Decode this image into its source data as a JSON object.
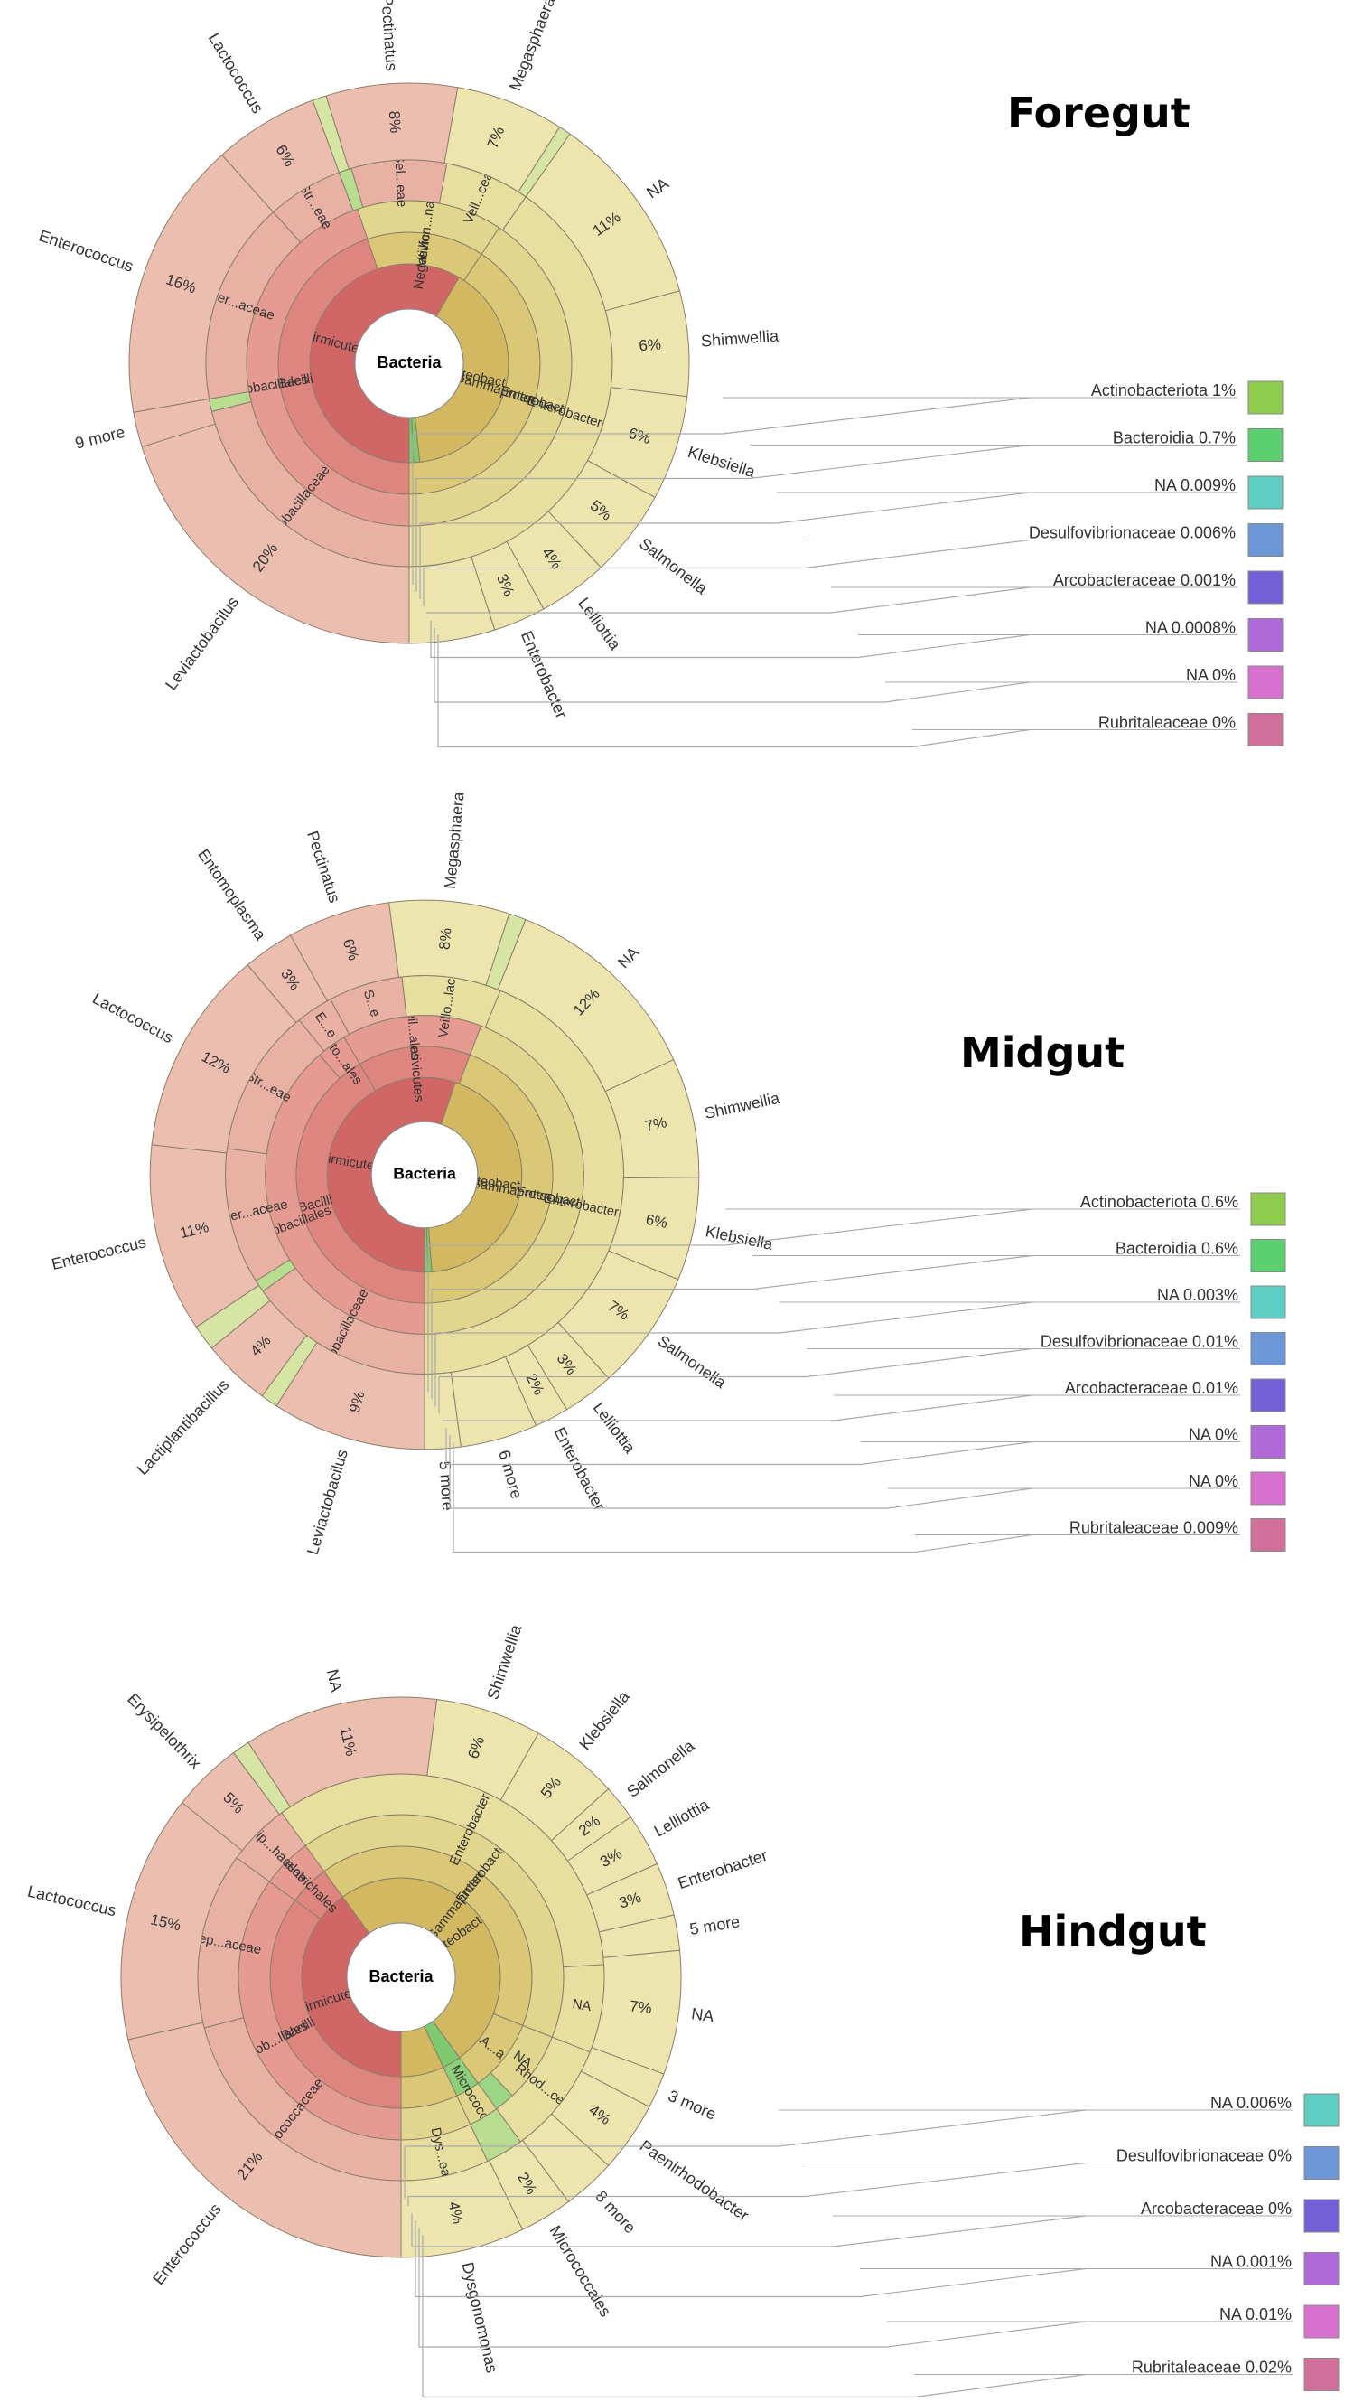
{
  "chart_data": [
    {
      "type": "sunburst",
      "title": "Foregut",
      "center_label": "Bacteria",
      "rings": {
        "phylum": [
          {
            "label": "Firmicutes",
            "value": 58.3
          },
          {
            "label": "Proteobacteria",
            "value": 39.9
          },
          {
            "label": "",
            "value": 1.0
          },
          {
            "label": "",
            "value": 0.7
          }
        ],
        "class": [
          {
            "label": "Bacilli",
            "value": 44.0
          },
          {
            "label": "Negativicutes",
            "value": 14.2
          },
          {
            "label": "Gammaproteobacteria",
            "value": 39.9
          }
        ],
        "order": [
          {
            "label": "Lactobacillales",
            "value": 44.0
          },
          {
            "label": "Veillon...nadales",
            "value": 14.2
          },
          {
            "label": "Enterobacterales",
            "value": 39.9
          }
        ],
        "family": [
          {
            "label": "Lactobacillaceae",
            "value": 21.0
          },
          {
            "label": "",
            "value": 1.0
          },
          {
            "label": "Enter...aceae",
            "value": 16.0
          },
          {
            "label": "Str...eae",
            "value": 6.0
          },
          {
            "label": "",
            "value": 1.0
          },
          {
            "label": "Sel...eae",
            "value": 7.5
          },
          {
            "label": "Veil...ceae",
            "value": 6.7
          },
          {
            "label": "Enterobacteriaceae",
            "value": 39.9
          }
        ],
        "genus": [
          {
            "label": "Leviactobacilus",
            "pct": "20%",
            "value": 20.0
          },
          {
            "label": "9 more",
            "pct": "",
            "value": 2.0
          },
          {
            "label": "Enterococcus",
            "pct": "16%",
            "value": 16.0
          },
          {
            "label": "Lactococcus",
            "pct": "6%",
            "value": 6.0
          },
          {
            "label": "",
            "pct": "",
            "value": 0.8
          },
          {
            "label": "Pectinatus",
            "pct": "8%",
            "value": 7.5
          },
          {
            "label": "Megasphaera",
            "pct": "7%",
            "value": 6.2
          },
          {
            "label": "",
            "pct": "",
            "value": 0.7
          },
          {
            "label": "NA",
            "pct": "11%",
            "value": 11.0
          },
          {
            "label": "Shimwellia",
            "pct": "6%",
            "value": 6.0
          },
          {
            "label": "Klebsiella",
            "pct": "6%",
            "value": 6.0
          },
          {
            "label": "Salmonella",
            "pct": "5%",
            "value": 5.0
          },
          {
            "label": "Lelliottia",
            "pct": "4%",
            "value": 4.0
          },
          {
            "label": "Enterobacter",
            "pct": "3%",
            "value": 3.0
          },
          {
            "label": "",
            "pct": "",
            "value": 4.9
          }
        ]
      },
      "legend": [
        {
          "name": "Actinobacteriota",
          "pct": "1%",
          "color": "#8fcc4e"
        },
        {
          "name": "Bacteroidia",
          "pct": "0.7%",
          "color": "#5ccf6f"
        },
        {
          "name": "NA",
          "pct": "0.009%",
          "color": "#5ecdc4"
        },
        {
          "name": "Desulfovibrionaceae",
          "pct": "0.006%",
          "color": "#6b97d6"
        },
        {
          "name": "Arcobacteraceae",
          "pct": "0.001%",
          "color": "#7460d6"
        },
        {
          "name": "NA",
          "pct": "0.0008%",
          "color": "#b06ad8"
        },
        {
          "name": "NA",
          "pct": "0%",
          "color": "#d870cf"
        },
        {
          "name": "Rubritaleaceae",
          "pct": "0%",
          "color": "#d0709a"
        }
      ]
    },
    {
      "type": "sunburst",
      "title": "Midgut",
      "center_label": "Bacteria",
      "rings": {
        "phylum": [
          {
            "label": "Firmicutes",
            "value": 55.0
          },
          {
            "label": "Proteobacteria",
            "value": 43.6
          },
          {
            "label": "",
            "value": 0.6
          },
          {
            "label": "",
            "value": 0.6
          }
        ],
        "class": [
          {
            "label": "Bacilli",
            "value": 41.0
          },
          {
            "label": "Negativicutes",
            "value": 14.0
          },
          {
            "label": "Gammaproteobacteria",
            "value": 43.6
          }
        ],
        "order": [
          {
            "label": "Lactobacillales",
            "value": 38.0
          },
          {
            "label": "Ento...ales",
            "value": 3.0
          },
          {
            "label": "Veil...ales",
            "value": 14.0
          },
          {
            "label": "Enterobacterales",
            "value": 43.6
          }
        ],
        "family": [
          {
            "label": "Lactobacillaceae",
            "value": 15.0
          },
          {
            "label": "",
            "value": 1.0
          },
          {
            "label": "Enter...aceae",
            "value": 11.0
          },
          {
            "label": "Str...eae",
            "value": 12.0
          },
          {
            "label": "E...e",
            "value": 3.0
          },
          {
            "label": "S...e",
            "value": 6.0
          },
          {
            "label": "Veillo...laceae",
            "value": 8.0
          },
          {
            "label": "Enterobacteriaceae",
            "value": 43.6
          }
        ],
        "genus": [
          {
            "label": "Leviactobacilus",
            "pct": "9%",
            "value": 9.0
          },
          {
            "label": "",
            "pct": "",
            "value": 1.0
          },
          {
            "label": "Lactiplantibacillus",
            "pct": "4%",
            "value": 4.0
          },
          {
            "label": "",
            "pct": "",
            "value": 1.5
          },
          {
            "label": "Enterococcus",
            "pct": "11%",
            "value": 11.0
          },
          {
            "label": "Lactococcus",
            "pct": "12%",
            "value": 12.0
          },
          {
            "label": "Entomoplasma",
            "pct": "3%",
            "value": 3.0
          },
          {
            "label": "Pectinatus",
            "pct": "6%",
            "value": 6.0
          },
          {
            "label": "Megasphaera",
            "pct": "8%",
            "value": 7.0
          },
          {
            "label": "",
            "pct": "",
            "value": 1.0
          },
          {
            "label": "NA",
            "pct": "12%",
            "value": 12.0
          },
          {
            "label": "Shimwellia",
            "pct": "7%",
            "value": 7.0
          },
          {
            "label": "Klebsiella",
            "pct": "6%",
            "value": 6.0
          },
          {
            "label": "Salmonella",
            "pct": "7%",
            "value": 7.0
          },
          {
            "label": "Lelliottia",
            "pct": "3%",
            "value": 3.0
          },
          {
            "label": "Enterobacter",
            "pct": "2%",
            "value": 2.0
          },
          {
            "label": "6 more",
            "pct": "",
            "value": 4.5
          },
          {
            "label": "5 more",
            "pct": "",
            "value": 2.1
          }
        ]
      },
      "legend": [
        {
          "name": "Actinobacteriota",
          "pct": "0.6%",
          "color": "#8fcc4e"
        },
        {
          "name": "Bacteroidia",
          "pct": "0.6%",
          "color": "#5ccf6f"
        },
        {
          "name": "NA",
          "pct": "0.003%",
          "color": "#5ecdc4"
        },
        {
          "name": "Desulfovibrionaceae",
          "pct": "0.01%",
          "color": "#6b97d6"
        },
        {
          "name": "Arcobacteraceae",
          "pct": "0.01%",
          "color": "#7460d6"
        },
        {
          "name": "NA",
          "pct": "0%",
          "color": "#b06ad8"
        },
        {
          "name": "NA",
          "pct": "0%",
          "color": "#d870cf"
        },
        {
          "name": "Rubritaleaceae",
          "pct": "0.009%",
          "color": "#d0709a"
        }
      ]
    },
    {
      "type": "sunburst",
      "title": "Hindgut",
      "center_label": "Bacteria",
      "rings": {
        "phylum": [
          {
            "label": "Firmicutes",
            "value": 40.0
          },
          {
            "label": "Proteobacteria",
            "value": 50.0
          },
          {
            "label": "",
            "value": 3.0
          },
          {
            "label": "",
            "value": 7.0
          }
        ],
        "class": [
          {
            "label": "Bacilli",
            "value": 35.0
          },
          {
            "label": "",
            "value": 5.0
          },
          {
            "label": "Gammaproteobacteria",
            "value": 41.0
          },
          {
            "label": "A...a",
            "value": 9.0
          },
          {
            "label": "",
            "value": 3.0
          },
          {
            "label": "",
            "value": 7.0
          }
        ],
        "order": [
          {
            "label": "Lactob...llales",
            "value": 35.0
          },
          {
            "label": "Erysipelotrichales",
            "value": 5.0
          },
          {
            "label": "Enterobacterales",
            "value": 41.0
          },
          {
            "label": "NA",
            "value": 7.0
          },
          {
            "label": "",
            "value": 2.0
          },
          {
            "label": "Micrococcales",
            "value": 3.0
          },
          {
            "label": "",
            "value": 7.0
          }
        ],
        "family": [
          {
            "label": "Enterococcaceae",
            "value": 21.0
          },
          {
            "label": "Strep...aceae",
            "value": 14.0
          },
          {
            "label": "Erysip...haceae",
            "value": 5.0
          },
          {
            "label": "Enterobacteriaceae",
            "value": 34.0
          },
          {
            "label": "NA",
            "value": 7.0
          },
          {
            "label": "Rhod...ceae",
            "value": 9.0
          },
          {
            "label": "",
            "value": 3.0
          },
          {
            "label": "Dys...eae",
            "value": 7.0
          }
        ],
        "genus": [
          {
            "label": "Enterococcus",
            "pct": "21%",
            "value": 21.0
          },
          {
            "label": "Lactococcus",
            "pct": "15%",
            "value": 14.0
          },
          {
            "label": "Erysipelothrix",
            "pct": "5%",
            "value": 4.0
          },
          {
            "label": "",
            "pct": "",
            "value": 1.0
          },
          {
            "label": "NA",
            "pct": "11%",
            "value": 11.0
          },
          {
            "label": "Shimwellia",
            "pct": "6%",
            "value": 6.0
          },
          {
            "label": "Klebsiella",
            "pct": "5%",
            "value": 5.0
          },
          {
            "label": "Salmonella",
            "pct": "2%",
            "value": 2.0
          },
          {
            "label": "Lelliottia",
            "pct": "3%",
            "value": 3.0
          },
          {
            "label": "Enterobacter",
            "pct": "3%",
            "value": 3.0
          },
          {
            "label": "5 more",
            "pct": "",
            "value": 2.0
          },
          {
            "label": "NA",
            "pct": "7%",
            "value": 7.0
          },
          {
            "label": "3 more",
            "pct": "",
            "value": 2.0
          },
          {
            "label": "Paenirhodobacter",
            "pct": "4%",
            "value": 4.0
          },
          {
            "label": "8 more",
            "pct": "",
            "value": 3.0
          },
          {
            "label": "Micrococcales",
            "pct": "2%",
            "value": 3.0
          },
          {
            "label": "Dysgonomonas",
            "pct": "4%",
            "value": 7.0
          }
        ]
      },
      "legend": [
        {
          "name": "NA",
          "pct": "0.006%",
          "color": "#5ecdc4"
        },
        {
          "name": "Desulfovibrionaceae",
          "pct": "0%",
          "color": "#6b97d6"
        },
        {
          "name": "Arcobacteraceae",
          "pct": "0%",
          "color": "#7460d6"
        },
        {
          "name": "NA",
          "pct": "0.001%",
          "color": "#b06ad8"
        },
        {
          "name": "NA",
          "pct": "0.01%",
          "color": "#d870cf"
        },
        {
          "name": "Rubritaleaceae",
          "pct": "0.02%",
          "color": "#d0709a"
        }
      ]
    }
  ]
}
